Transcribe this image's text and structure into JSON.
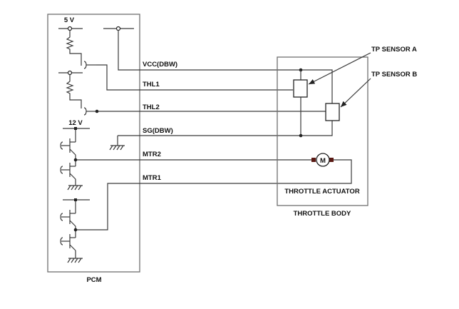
{
  "colors": {
    "line": "#3a3a3a",
    "box": "#6f6f6f",
    "text": "#111111",
    "background": "#ffffff"
  },
  "pcm": {
    "label": "PCM",
    "supply_5v": "5 V",
    "supply_12v": "12 V"
  },
  "signals": {
    "vcc": "VCC(DBW)",
    "thl1": "THL1",
    "thl2": "THL2",
    "sg": "SG(DBW)",
    "mtr2": "MTR2",
    "mtr1": "MTR1"
  },
  "throttle_body": {
    "label": "THROTTLE BODY",
    "actuator_label": "THROTTLE ACTUATOR",
    "motor_symbol": "M",
    "sensor_a_label": "TP SENSOR A",
    "sensor_b_label": "TP SENSOR B"
  },
  "icons": [
    "resistor-icon",
    "transistor-icon",
    "ground-icon",
    "motor-icon",
    "potentiometer-icon",
    "supply-terminal-icon"
  ]
}
